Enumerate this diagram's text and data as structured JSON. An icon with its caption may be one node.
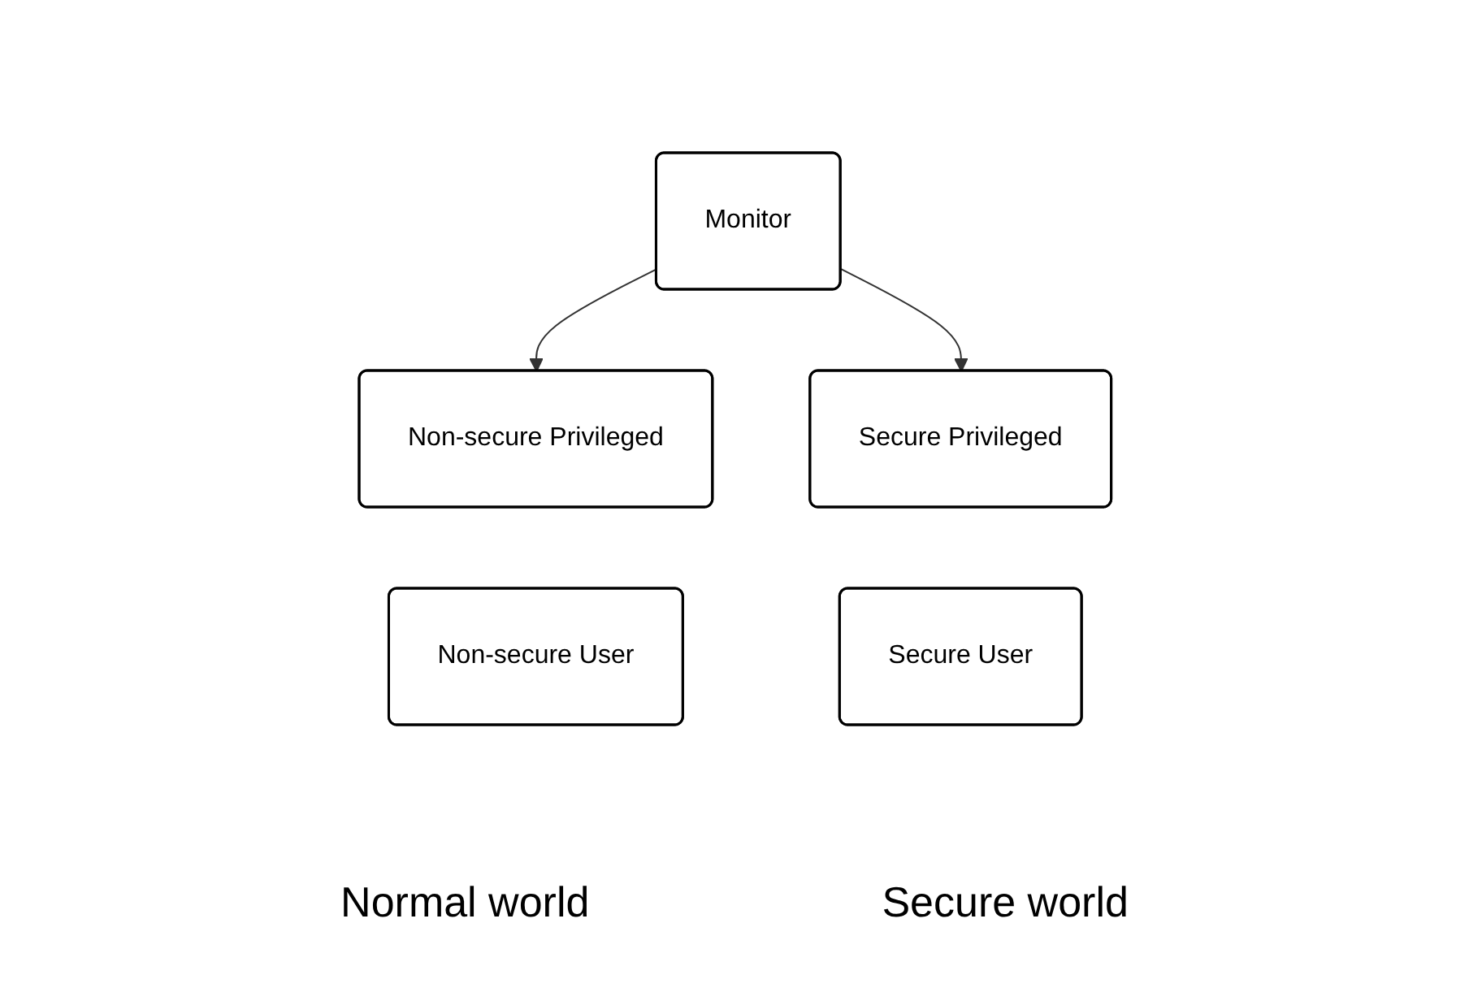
{
  "diagram": {
    "nodes": [
      {
        "text": [
          "Monitor"
        ]
      },
      {
        "text": [
          "Non-secure Privileged"
        ]
      },
      {
        "text": [
          "Non-secure User"
        ]
      },
      {
        "text": [
          "Secure Privileged"
        ]
      },
      {
        "text": [
          "Secure User"
        ]
      }
    ],
    "edges": [
      {
        "from": 0,
        "to": 1,
        "arrow": "to"
      },
      {
        "from": 0,
        "to": 3,
        "arrow": "to"
      }
    ],
    "labels": [
      "Normal world",
      "Secure world"
    ]
  }
}
